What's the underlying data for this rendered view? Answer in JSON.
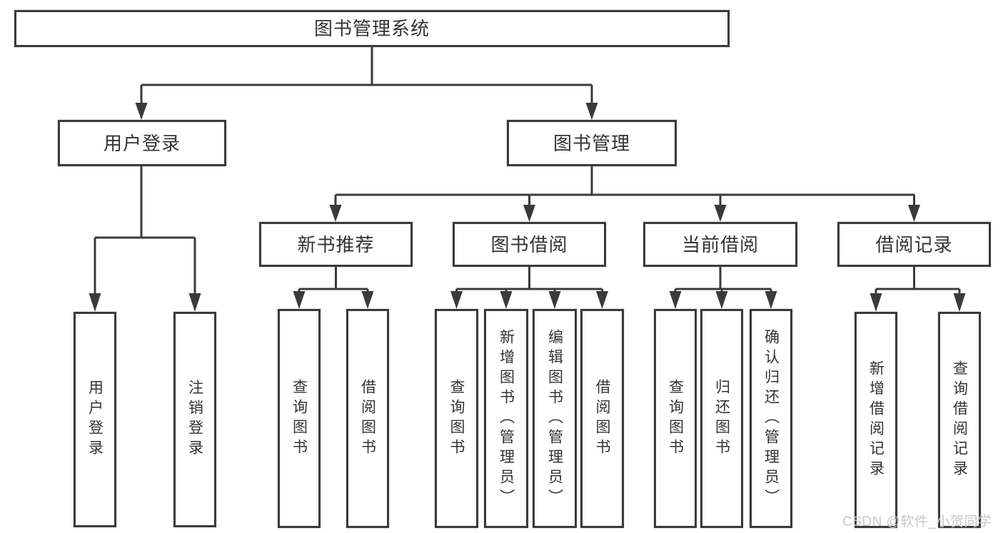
{
  "diagram": {
    "title": "图书管理系统",
    "root": {
      "label": "图书管理系统"
    },
    "branches": [
      {
        "label": "用户登录",
        "leaves": [
          "用户登录",
          "注销登录"
        ]
      },
      {
        "label": "图书管理",
        "groups": [
          {
            "label": "新书推荐",
            "leaves": [
              "查询图书",
              "借阅图书"
            ]
          },
          {
            "label": "图书借阅",
            "leaves": [
              "查询图书",
              "新增图书（管理员）",
              "编辑图书（管理员）",
              "借阅图书"
            ]
          },
          {
            "label": "当前借阅",
            "leaves": [
              "查询图书",
              "归还图书",
              "确认归还（管理员）"
            ]
          },
          {
            "label": "借阅记录",
            "leaves": [
              "新增借阅记录",
              "查询借阅记录"
            ]
          }
        ]
      }
    ]
  },
  "watermark": {
    "text": "CSDN @软件_小贺同学"
  },
  "colors": {
    "line": "#3a3a3a",
    "box_border": "#3a3a3a",
    "text": "#333333",
    "background": "#ffffff",
    "watermark": "#c8c8c8"
  }
}
